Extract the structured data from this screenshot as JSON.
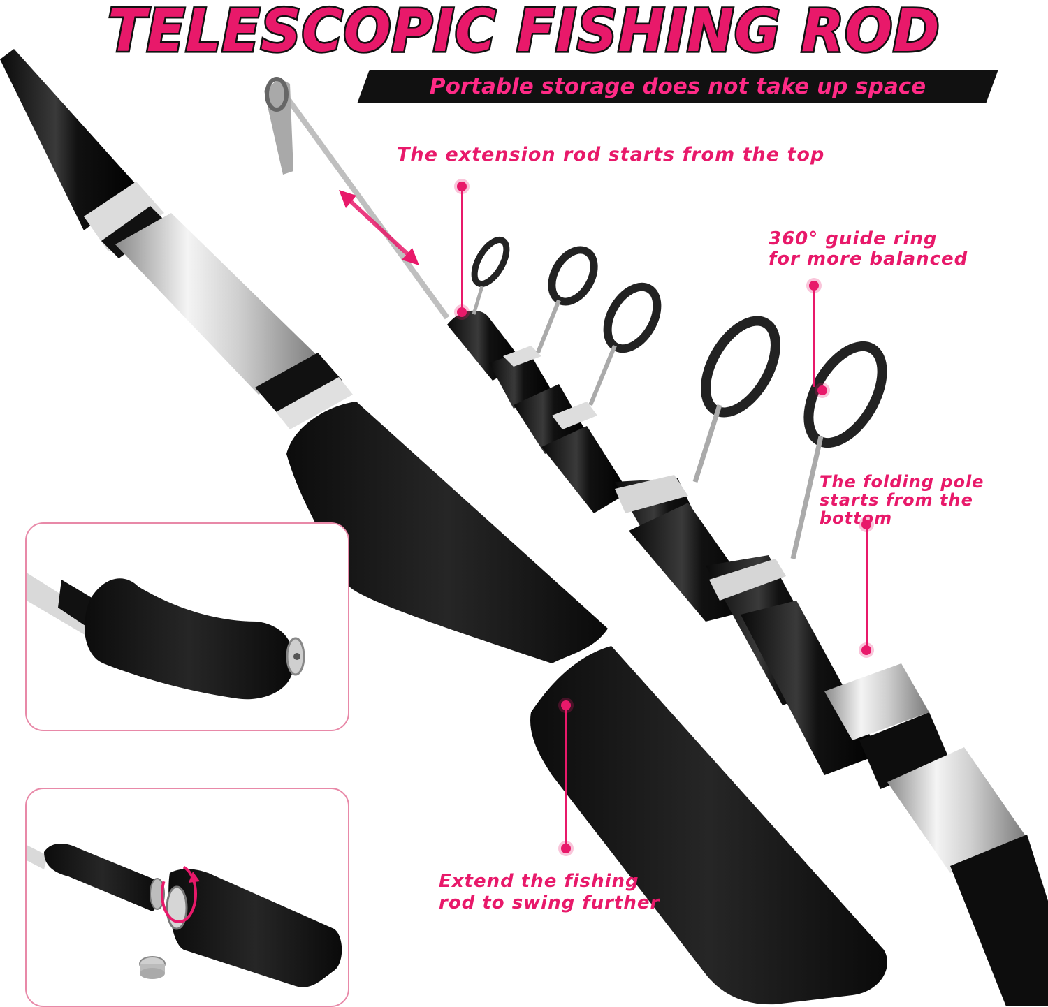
{
  "title": "TELESCOPIC FISHING ROD",
  "subtitle": "Portable storage does not take up space",
  "callouts": {
    "extension": "The extension rod starts from the top",
    "guide_ring": "360° guide ring\nfor more balanced",
    "folding": "The folding pole\nstarts from the bottom",
    "extend": "Extend the fishing\nrod to swing further"
  },
  "colors": {
    "accent": "#e8196a",
    "title_outline": "#111111",
    "subtitle_band": "#111111"
  },
  "icons": [
    "double-arrow-icon",
    "rotation-arrow-icon"
  ]
}
